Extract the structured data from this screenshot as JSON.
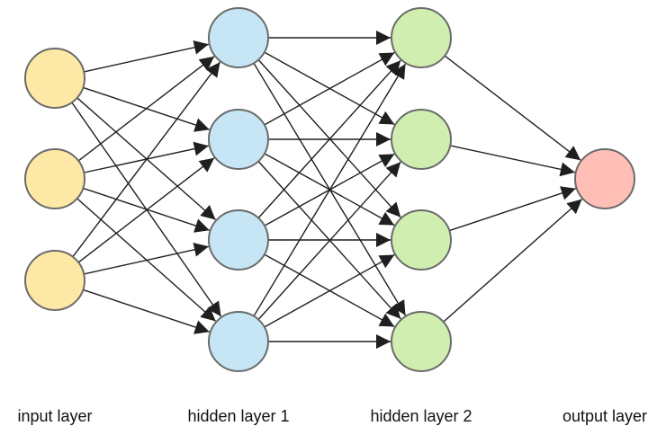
{
  "diagram": {
    "layers": [
      {
        "label": "input layer",
        "nodes": 3,
        "fill": "#fde8a6",
        "stroke": "#6b6b6b"
      },
      {
        "label": "hidden layer 1",
        "nodes": 4,
        "fill": "#c6e6f6",
        "stroke": "#6b6b6b"
      },
      {
        "label": "hidden layer 2",
        "nodes": 4,
        "fill": "#cfeeb0",
        "stroke": "#6b6b6b"
      },
      {
        "label": "output layer",
        "nodes": 1,
        "fill": "#ffbfb6",
        "stroke": "#6b6b6b"
      }
    ],
    "connections": "fully-connected",
    "edge_color": "#1f1f1f",
    "arrowheads": true
  }
}
